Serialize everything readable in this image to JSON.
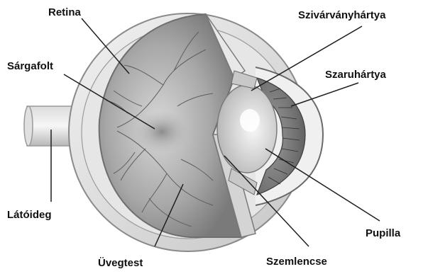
{
  "labels": {
    "retina": "Retina",
    "sargafolt": "Sárgafolt",
    "latoideg": "Látóideg",
    "uvegtest": "Üvegtest",
    "szivarvanyhartya": "Szivárványhártya",
    "szaruhartya": "Szaruhártya",
    "pupilla": "Pupilla",
    "szemlencse": "Szemlencse"
  }
}
